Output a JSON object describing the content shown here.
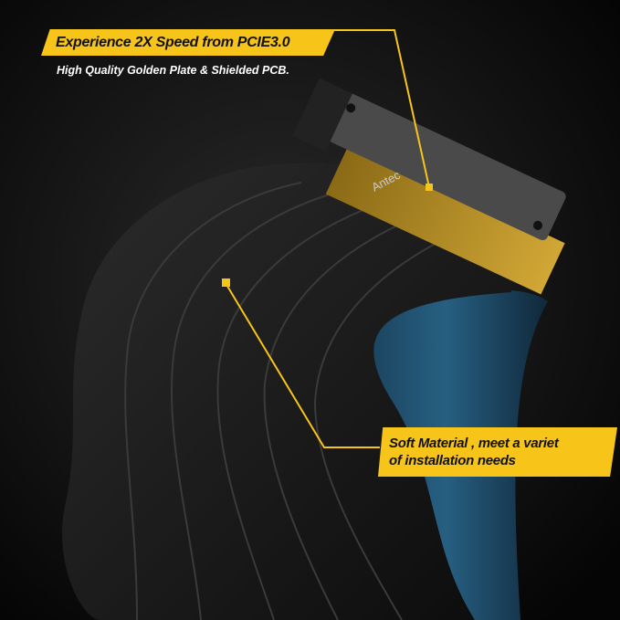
{
  "callouts": [
    {
      "title": "Experience 2X Speed from PCIE3.0",
      "subtitle": "High Quality Golden Plate & Shielded PCB."
    },
    {
      "line1": "Soft Material , meet a variet",
      "line2": "of installation needs"
    }
  ],
  "brand": "Antec",
  "colors": {
    "accent": "#f7c51a",
    "cable": "#161616",
    "underside": "#1f4e6e",
    "gold": "#b8901e"
  }
}
